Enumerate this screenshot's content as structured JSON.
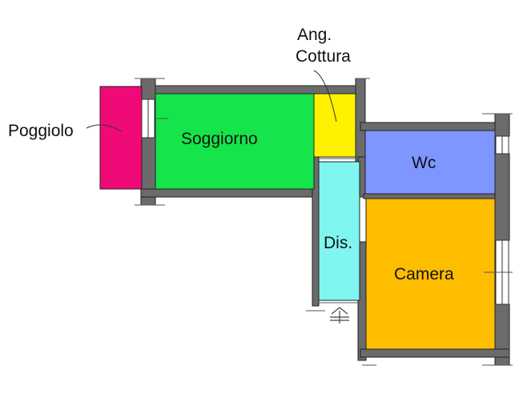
{
  "rooms": {
    "poggiolo": {
      "label": "Poggiolo",
      "color": "#ef0a78"
    },
    "soggiorno": {
      "label": "Soggiorno",
      "color": "#15e54a"
    },
    "cottura": {
      "label_line1": "Ang.",
      "label_line2": "Cottura",
      "color": "#fff200"
    },
    "dis": {
      "label": "Dis.",
      "color": "#7ff6f0"
    },
    "wc": {
      "label": "Wc",
      "color": "#7e96ff"
    },
    "camera": {
      "label": "Camera",
      "color": "#ffbd00"
    }
  },
  "walls": {
    "color": "#6b6b6b",
    "outline": "#222222"
  }
}
